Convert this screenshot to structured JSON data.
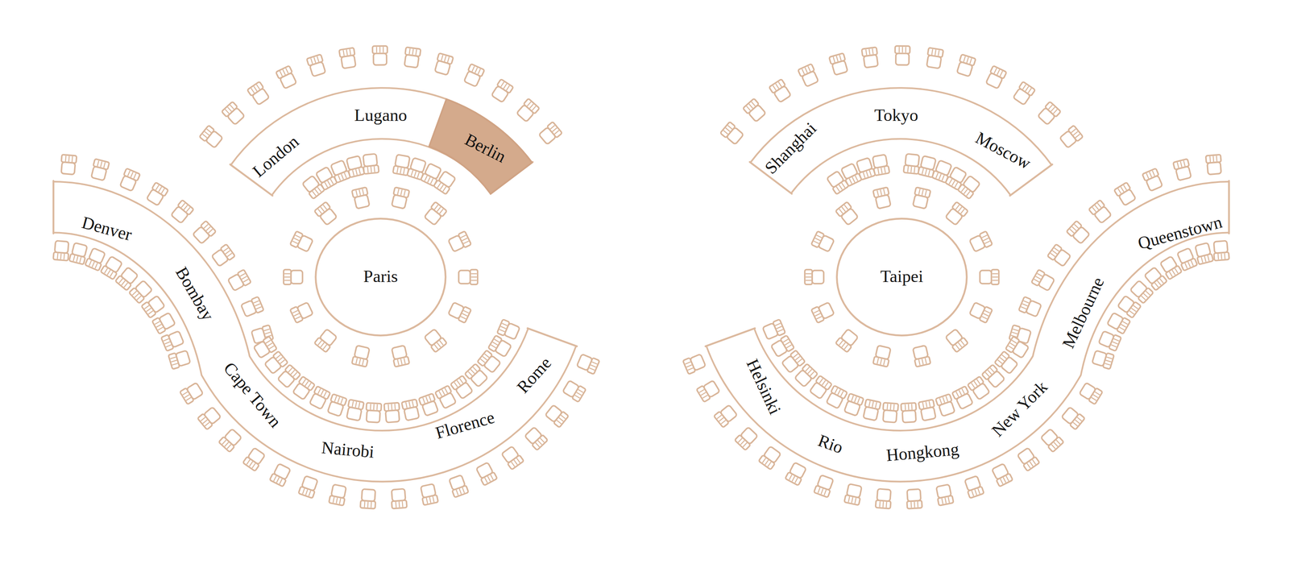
{
  "diagram": {
    "nodes": [
      {
        "text": [
          "London"
        ]
      },
      {
        "text": [
          "Lugano"
        ]
      },
      {
        "text": [
          "Berlin"
        ]
      },
      {
        "text": [
          "Paris"
        ]
      },
      {
        "text": [
          "Denver"
        ]
      },
      {
        "text": [
          "Bombay"
        ]
      },
      {
        "text": [
          "Cape Town"
        ]
      },
      {
        "text": [
          "Nairobi"
        ]
      },
      {
        "text": [
          "Florence"
        ]
      },
      {
        "text": [
          "Rome"
        ]
      },
      {
        "text": [
          "Shanghai"
        ]
      },
      {
        "text": [
          "Tokyo"
        ]
      },
      {
        "text": [
          "Moscow"
        ]
      },
      {
        "text": [
          "Taipei"
        ]
      },
      {
        "text": [
          "Helsinki"
        ]
      },
      {
        "text": [
          "Rio"
        ]
      },
      {
        "text": [
          "Hongkong"
        ]
      },
      {
        "text": [
          "New York"
        ]
      },
      {
        "text": [
          "Melbourne"
        ]
      },
      {
        "text": [
          "Queenstown"
        ]
      }
    ]
  }
}
